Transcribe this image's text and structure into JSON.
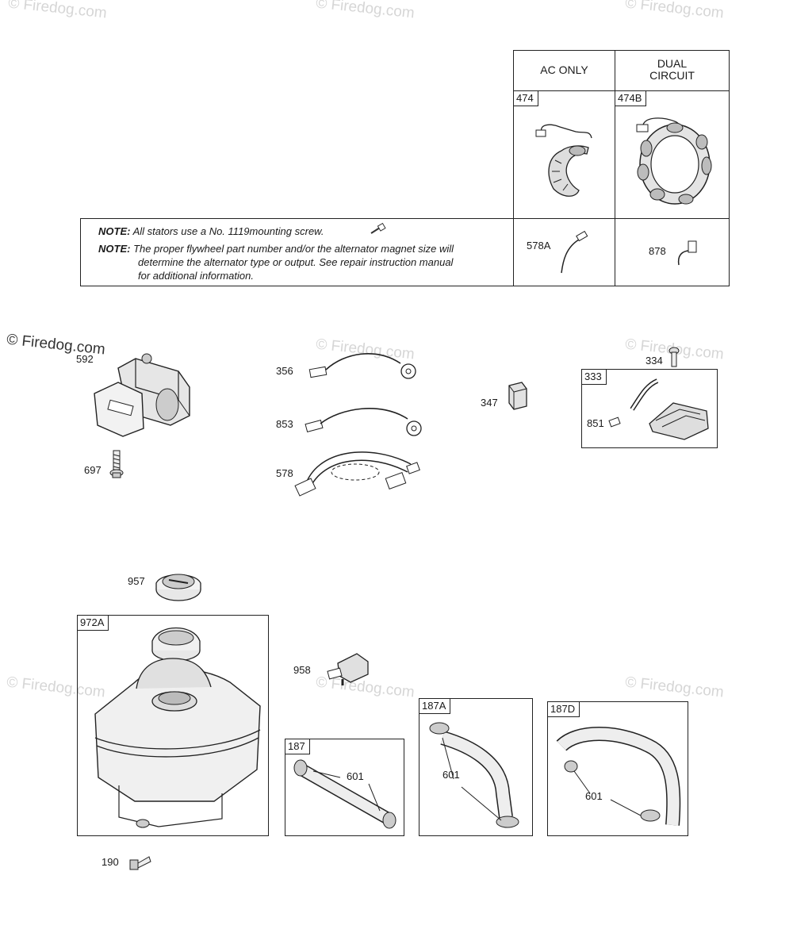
{
  "watermarks": {
    "brand": "© Firedog.com",
    "top_left": "© Firedog.com",
    "top_mid": "© Firedog.com",
    "top_right": "© Firedog.com",
    "mid_left": "© Firedog.com",
    "mid_mid": "© Firedog.com",
    "mid_right": "© Firedog.com",
    "low_left": "© Firedog.com",
    "low_mid": "© Firedog.com",
    "low_right": "© Firedog.com"
  },
  "stator_table": {
    "col1_header": "AC ONLY",
    "col2_header_line1": "DUAL",
    "col2_header_line2": "CIRCUIT",
    "part_474": "474",
    "part_474b": "474B",
    "part_578a": "578A",
    "part_878": "878",
    "note1_label": "NOTE:",
    "note1_text": "All stators use a No. 1119mounting screw.",
    "note2_label": "NOTE:",
    "note2_line1": "The proper flywheel part number and/or the alternator magnet size will",
    "note2_line2": "determine the alternator type or output. See repair instruction manual",
    "note2_line3": "for additional information."
  },
  "parts": {
    "p592": "592",
    "p697": "697",
    "p356": "356",
    "p853": "853",
    "p578": "578",
    "p347": "347",
    "p334": "334",
    "p333": "333",
    "p851": "851",
    "p957": "957",
    "p972a": "972A",
    "p958": "958",
    "p187": "187",
    "p187a": "187A",
    "p187d": "187D",
    "p601_a": "601",
    "p601_b": "601",
    "p601_c": "601",
    "p190": "190"
  }
}
